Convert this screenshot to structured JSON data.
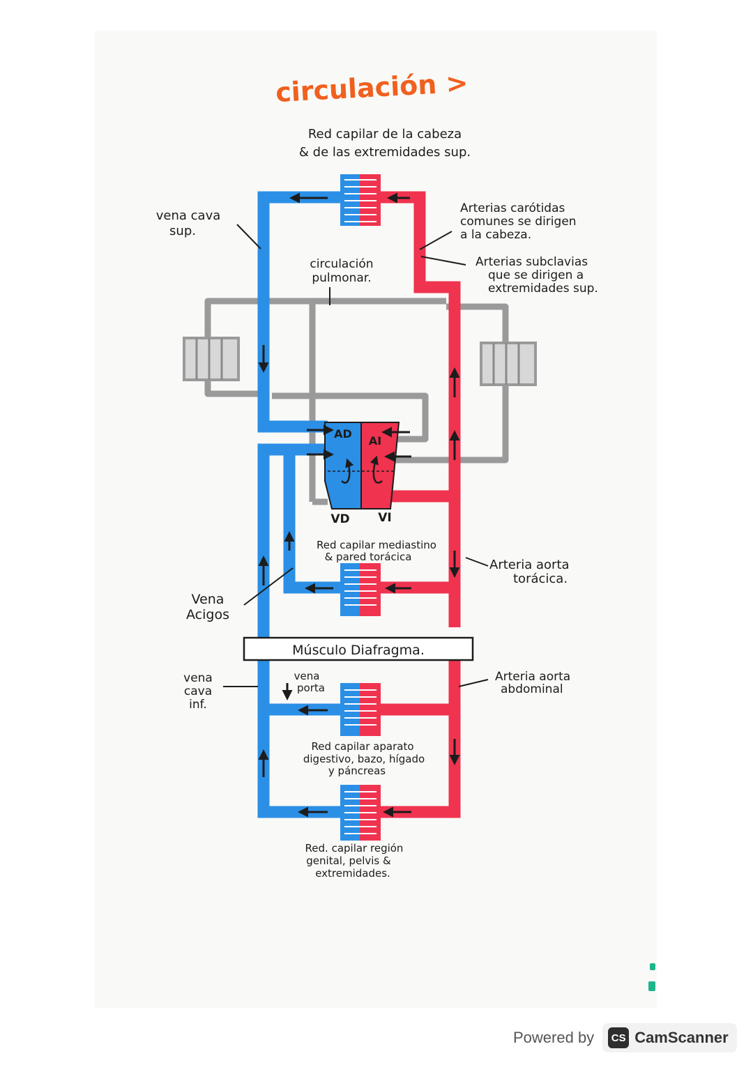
{
  "title": "circulación >",
  "labels": {
    "head_network": [
      "Red capilar de la cabeza",
      "& de las extremidades sup."
    ],
    "vena_cava_sup": [
      "vena cava",
      "sup."
    ],
    "arterias_carotidas": [
      "Arterias carótidas",
      "comunes se dirigen",
      "a la cabeza."
    ],
    "arterias_subclavias": [
      "Arterias subclavias",
      "que se dirigen a",
      "extremidades sup."
    ],
    "circulacion_pulmonar": [
      "circulación",
      "pulmonar."
    ],
    "ad": "AD",
    "ai": "AI",
    "vd": "VD",
    "vi": "VI",
    "red_mediastino": [
      "Red capilar mediastino",
      "& pared torácica"
    ],
    "arteria_aorta_toracica": [
      "Arteria aorta",
      "torácica."
    ],
    "vena_acigos": [
      "Vena",
      "Acigos"
    ],
    "musculo_diafragma": "Músculo Diafragma.",
    "vena_cava_inf": [
      "vena",
      "cava",
      "inf."
    ],
    "vena_porta": [
      "vena",
      "porta"
    ],
    "arteria_aorta_abdominal": [
      "Arteria aorta",
      "abdominal"
    ],
    "red_digestivo": [
      "Red capilar aparato",
      "digestivo, bazo, hígado",
      "y páncreas"
    ],
    "red_genital": [
      "Red. capilar región",
      "genital, pelvis &",
      "extremidades."
    ]
  },
  "footer": {
    "powered_by": "Powered by",
    "logo_text": "CS",
    "brand": "CamScanner"
  },
  "colors": {
    "vein_blue": "#2b8fe6",
    "artery_red": "#f0334f",
    "pulmonary_gray": "#9a9a9a",
    "title_orange": "#f0601e"
  }
}
